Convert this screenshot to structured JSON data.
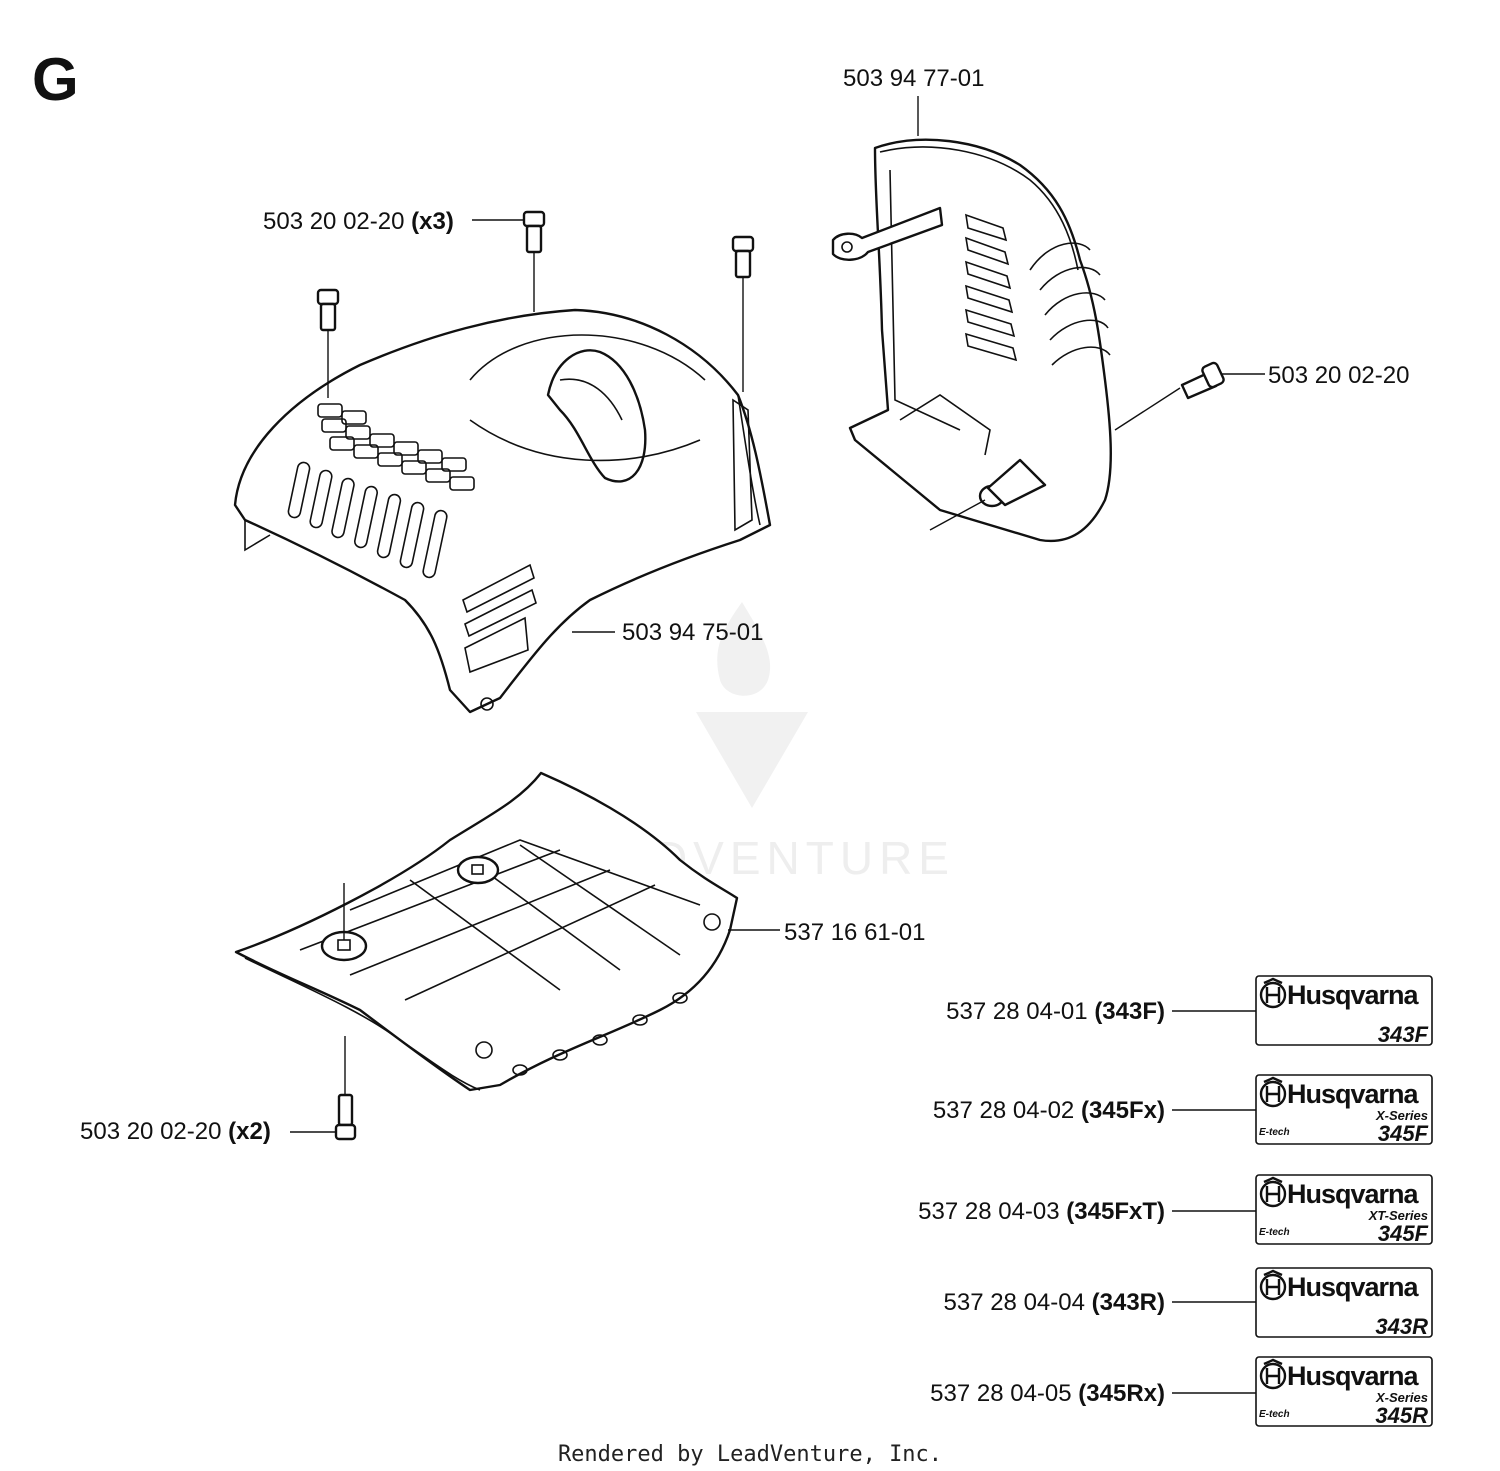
{
  "section_letter": "G",
  "footer": "Rendered by LeadVenture, Inc.",
  "watermark": "LEADVENTURE",
  "callouts": {
    "screw_x3": {
      "part": "503 20 02-20",
      "qty": "(x3)"
    },
    "cylinder_cover": {
      "part": "503 94 75-01"
    },
    "air_filter_cover": {
      "part": "503 94 77-01"
    },
    "screw_single": {
      "part": "503 20 02-20"
    },
    "bottom_plate": {
      "part": "537 16 61-01"
    },
    "screw_x2": {
      "part": "503 20 02-20",
      "qty": "(x2)"
    }
  },
  "decals": [
    {
      "part": "537 28 04-01",
      "variant": "(343F)",
      "brand": "Husqvarna",
      "series": "",
      "etech": "",
      "model": "343F"
    },
    {
      "part": "537 28 04-02",
      "variant": "(345Fx)",
      "brand": "Husqvarna",
      "series": "X-Series",
      "etech": "E-tech",
      "model": "345F"
    },
    {
      "part": "537 28 04-03",
      "variant": "(345FxT)",
      "brand": "Husqvarna",
      "series": "XT-Series",
      "etech": "E-tech",
      "model": "345F"
    },
    {
      "part": "537 28 04-04",
      "variant": "(343R)",
      "brand": "Husqvarna",
      "series": "",
      "etech": "",
      "model": "343R"
    },
    {
      "part": "537 28 04-05",
      "variant": "(345Rx)",
      "brand": "Husqvarna",
      "series": "X-Series",
      "etech": "E-tech",
      "model": "345R"
    }
  ]
}
